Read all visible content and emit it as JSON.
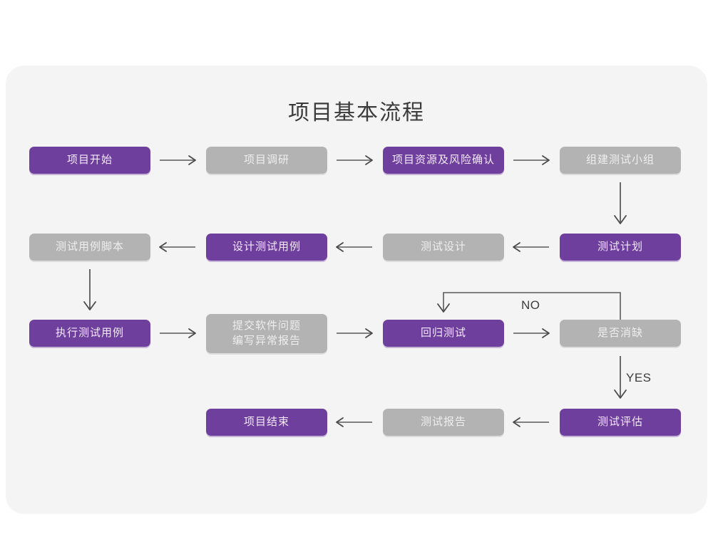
{
  "diagram": {
    "title": "项目基本流程",
    "colors": {
      "purple": "#6F3F9E",
      "gray": "#B3B3B3",
      "panel_bg": "#F4F4F5",
      "page_bg": "#FFFFFF",
      "line": "#5A5A5A",
      "title_text": "#3B3B3B"
    },
    "nodes": [
      {
        "id": "n1",
        "label": "项目开始",
        "style": "purple",
        "row": 1
      },
      {
        "id": "n2",
        "label": "项目调研",
        "style": "gray",
        "row": 1
      },
      {
        "id": "n3",
        "label": "项目资源及风险确认",
        "style": "purple",
        "row": 1
      },
      {
        "id": "n4",
        "label": "组建测试小组",
        "style": "gray",
        "row": 1
      },
      {
        "id": "n5",
        "label": "测试用例脚本",
        "style": "gray",
        "row": 2
      },
      {
        "id": "n6",
        "label": "设计测试用例",
        "style": "purple",
        "row": 2
      },
      {
        "id": "n7",
        "label": "测试设计",
        "style": "gray",
        "row": 2
      },
      {
        "id": "n8",
        "label": "测试计划",
        "style": "purple",
        "row": 2
      },
      {
        "id": "n9",
        "label": "执行测试用例",
        "style": "purple",
        "row": 3
      },
      {
        "id": "n10",
        "label": "提交软件问题\n编写异常报告",
        "style": "gray",
        "row": 3
      },
      {
        "id": "n11",
        "label": "回归测试",
        "style": "purple",
        "row": 3
      },
      {
        "id": "n12",
        "label": "是否消缺",
        "style": "gray",
        "row": 3
      },
      {
        "id": "n13",
        "label": "项目结束",
        "style": "purple",
        "row": 4
      },
      {
        "id": "n14",
        "label": "测试报告",
        "style": "gray",
        "row": 4
      },
      {
        "id": "n15",
        "label": "测试评估",
        "style": "purple",
        "row": 4
      }
    ],
    "edge_labels": {
      "no": "NO",
      "yes": "YES"
    }
  }
}
